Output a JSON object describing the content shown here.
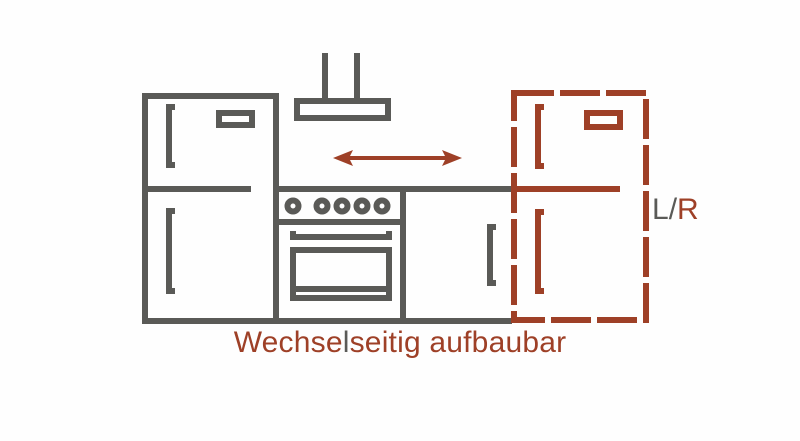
{
  "colors": {
    "gray": "#5a5a57",
    "accent": "#9e4027",
    "background": "#fefefe"
  },
  "caption": {
    "part1": "Wechse",
    "highlight": "l",
    "part2": "seitig aufbaubar"
  },
  "side_label": {
    "left": "L",
    "slash": "/",
    "right": "R"
  },
  "elements": {
    "fridge_left": "fridge-freezer",
    "hood": "extractor-hood",
    "stove": "oven-with-4-hob-rings",
    "cabinet": "base-cabinet",
    "fridge_right_dashed": "fridge-freezer-alternate-position",
    "arrow": "double-headed-arrow"
  }
}
